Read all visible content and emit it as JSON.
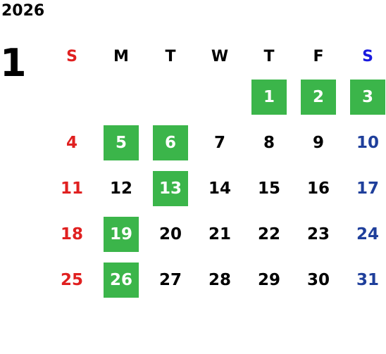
{
  "calendar": {
    "year": "2026",
    "month": "1",
    "weekdays": [
      "S",
      "M",
      "T",
      "W",
      "T",
      "F",
      "S"
    ],
    "leading_blanks": 4,
    "days": [
      "1",
      "2",
      "3",
      "4",
      "5",
      "6",
      "7",
      "8",
      "9",
      "10",
      "11",
      "12",
      "13",
      "14",
      "15",
      "16",
      "17",
      "18",
      "19",
      "20",
      "21",
      "22",
      "23",
      "24",
      "25",
      "26",
      "27",
      "28",
      "29",
      "30",
      "31"
    ],
    "highlighted_days": [
      1,
      2,
      3,
      5,
      6,
      13,
      19,
      26
    ],
    "colors": {
      "sunday": "#e02020",
      "saturday_header": "#1a1adf",
      "saturday": "#1f3f9b",
      "weekday": "#000000",
      "highlight_bg": "#3bb54a",
      "highlight_text": "#ffffff"
    }
  }
}
